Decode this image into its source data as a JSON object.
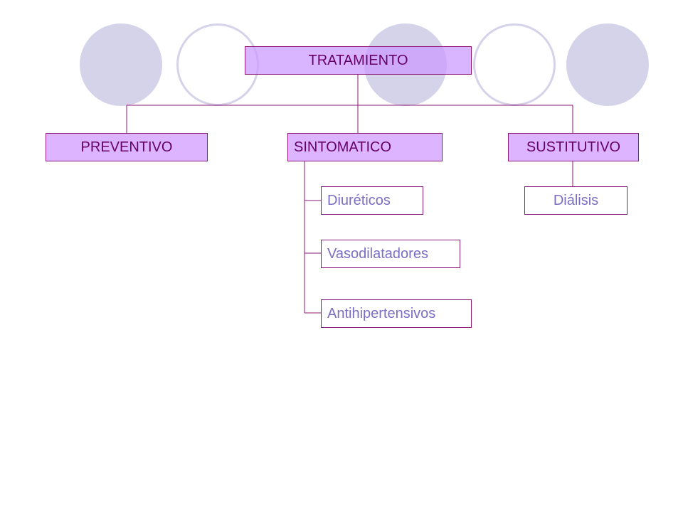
{
  "colors": {
    "circle": "#d5d3ea",
    "line": "#8b1a7a",
    "main_fill": "#cc99ff",
    "category_fill": "#dcb4ff",
    "category_text": "#660066",
    "sub_text": "#7b6fc4"
  },
  "root": {
    "label": "TRATAMIENTO"
  },
  "categories": [
    {
      "label": "PREVENTIVO",
      "children": []
    },
    {
      "label": "SINTOMATICO",
      "children": [
        "Diuréticos",
        "Vasodilatadores",
        "Antihipertensivos"
      ]
    },
    {
      "label": "SUSTITUTIVO",
      "children": [
        "Diálisis"
      ]
    }
  ]
}
